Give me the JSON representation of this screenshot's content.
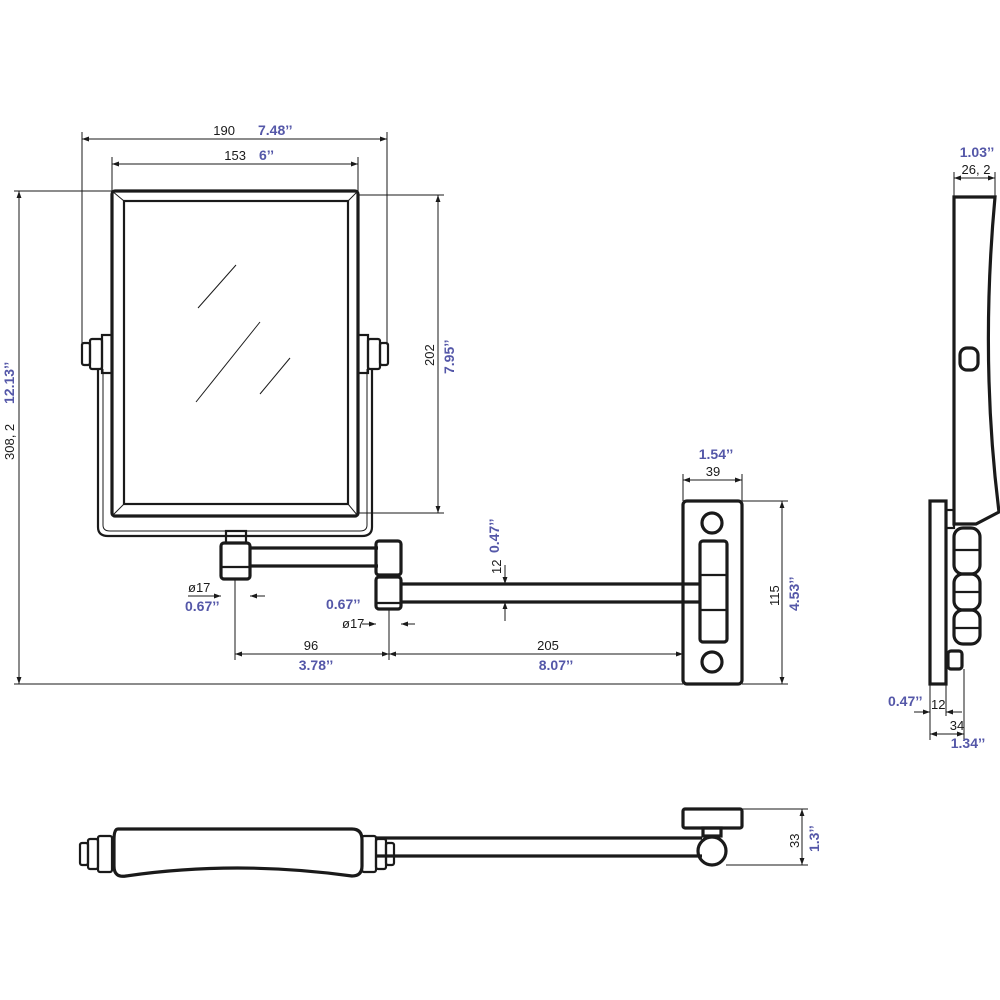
{
  "dimensions": {
    "outer_width": {
      "mm": "190",
      "in": "7.48’’"
    },
    "inner_width": {
      "mm": "153",
      "in": "6’’"
    },
    "total_height": {
      "mm": "308, 2",
      "in": "12.13’’"
    },
    "mirror_height": {
      "mm": "202",
      "in": "7.95’’"
    },
    "plate_width": {
      "mm": "39",
      "in": "1.54’’"
    },
    "plate_height": {
      "mm": "115",
      "in": "4.53’’"
    },
    "arm_thickness": {
      "mm": "12",
      "in": "0.47’’"
    },
    "joint_diameter_left": {
      "mm": "ø17",
      "in": "0.67’’"
    },
    "joint_diameter_middle": {
      "mm": "ø17",
      "in": "0.67’’"
    },
    "arm_short": {
      "mm": "96",
      "in": "3.78’’"
    },
    "arm_long": {
      "mm": "205",
      "in": "8.07’’"
    },
    "side_depth": {
      "mm": "26, 2",
      "in": "1.03’’"
    },
    "side_plate": {
      "mm": "12",
      "in": "0.47’’"
    },
    "side_total": {
      "mm": "34",
      "in": "1.34’’"
    },
    "top_height": {
      "mm": "33",
      "in": "1.3’’"
    }
  }
}
